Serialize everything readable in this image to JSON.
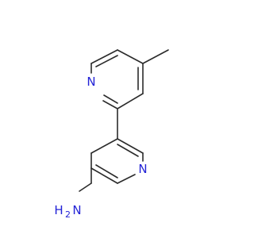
{
  "molecule": {
    "atoms": {
      "ring_a_nitrogen": "N",
      "ring_b_nitrogen": "N",
      "amine_nitrogen": "N",
      "amine_hydrogen": "H",
      "amine_hydrogen_count": "2"
    },
    "colors": {
      "bond": "#2b2b2b",
      "heteroatom": "#2323d6",
      "background": "#ffffff"
    }
  }
}
